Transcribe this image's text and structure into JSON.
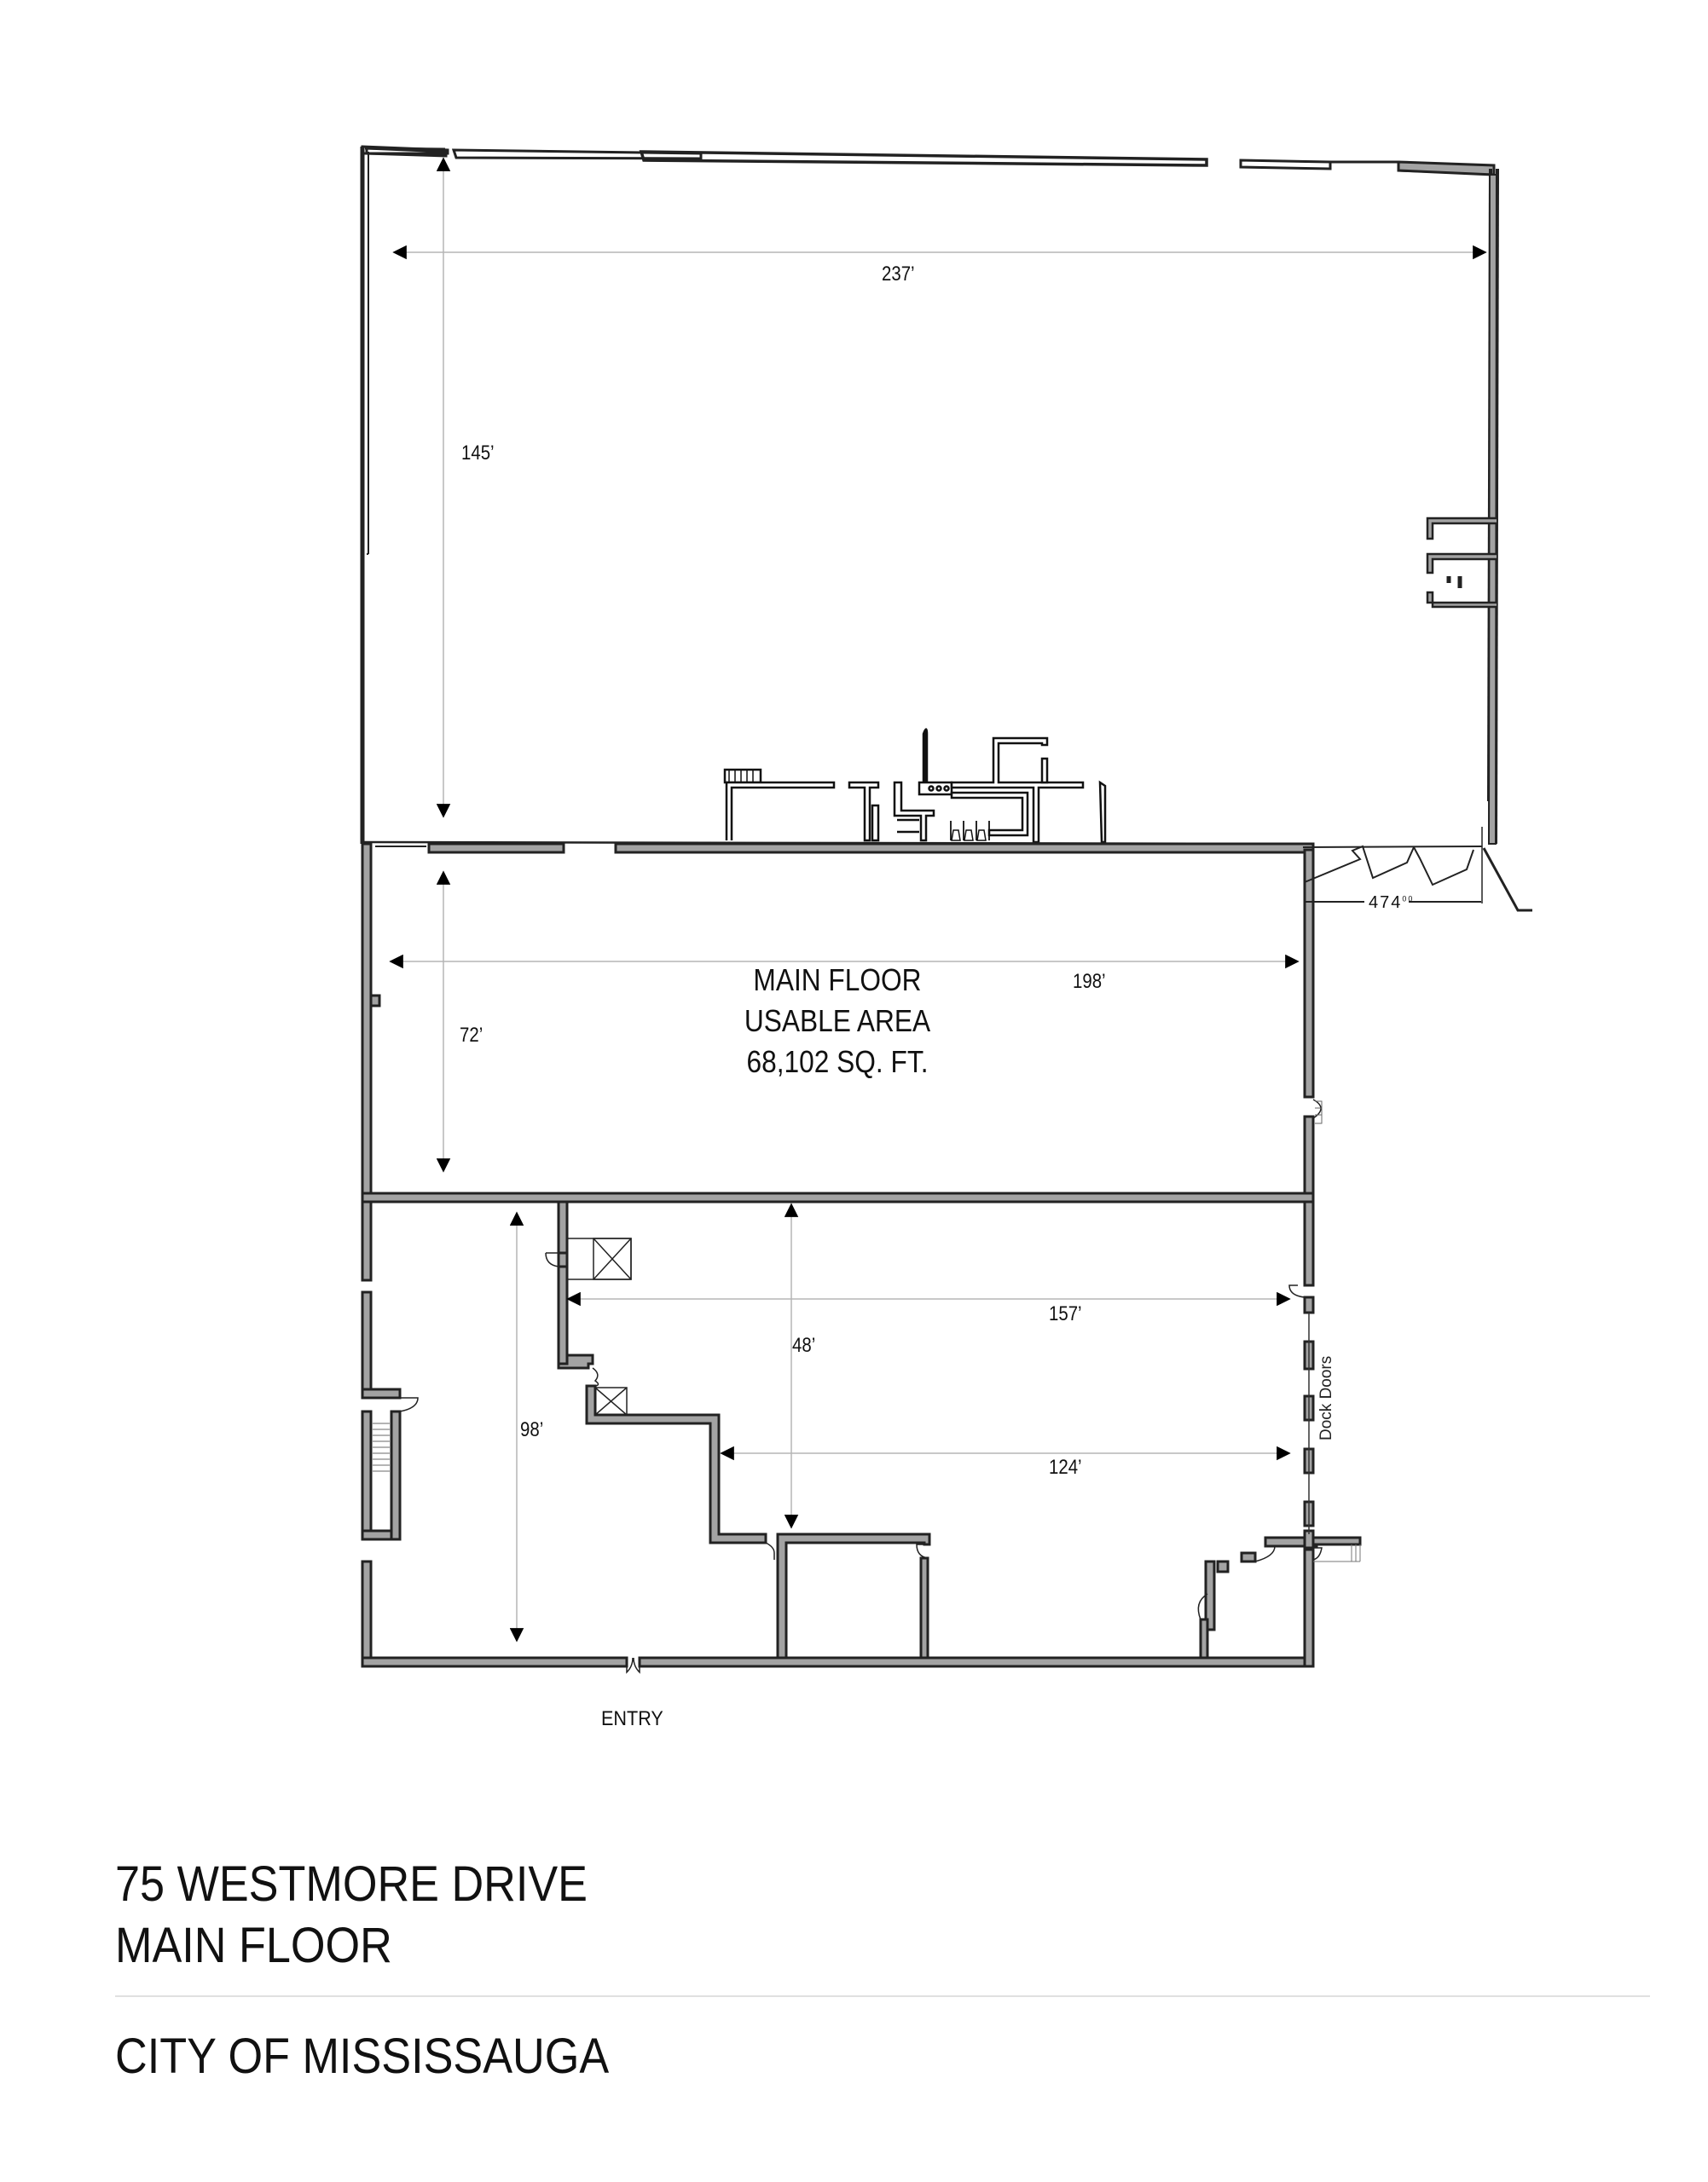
{
  "title_block": {
    "address": "75 WESTMORE DRIVE",
    "floor": "MAIN FLOOR",
    "city": "CITY OF MISSISSAUGA"
  },
  "area_label": {
    "line1": "MAIN FLOOR",
    "line2": "USABLE AREA",
    "line3": "68,102 SQ. FT."
  },
  "dimensions": {
    "upper_width": "237’",
    "upper_depth": "145’",
    "middle_width": "198’",
    "middle_depth": "72’",
    "lower_depth_left": "98’",
    "lower_depth_center": "48’",
    "lower_width_upper": "157’",
    "lower_width_lower": "124’",
    "ramp_note": "474",
    "ramp_note_sup": "00"
  },
  "labels": {
    "entry": "ENTRY",
    "dock_doors": "Dock Doors"
  },
  "colors": {
    "wall_fill": "#a3a3a3",
    "wall_outline": "#222222",
    "dimension_line": "#b8b8b8",
    "rule": "#e0e0e0"
  }
}
